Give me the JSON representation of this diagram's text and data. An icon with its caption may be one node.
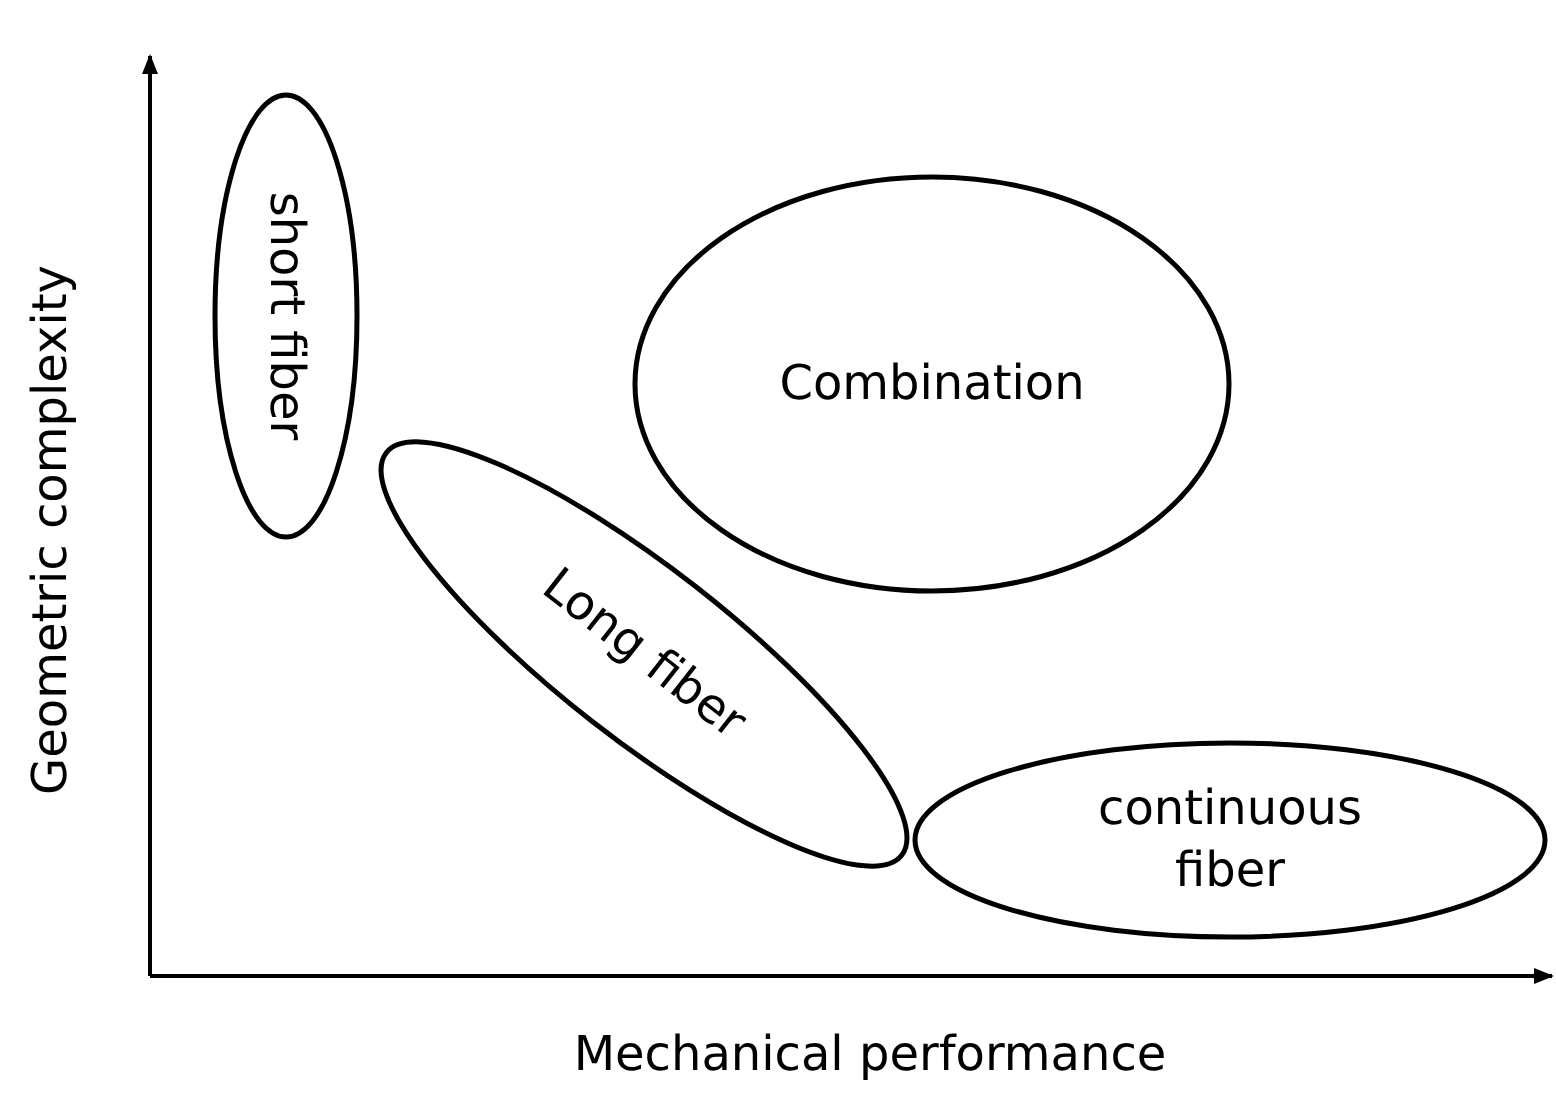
{
  "diagram": {
    "nodes": [
      {
        "text": [
          "short fiber"
        ]
      },
      {
        "text": [
          "Combination"
        ]
      },
      {
        "text": [
          "Long fiber"
        ]
      },
      {
        "text": [
          "continuous fiber"
        ]
      }
    ],
    "edges": [],
    "labels": [
      "Geometric complexity",
      "Mechanical performance"
    ]
  }
}
